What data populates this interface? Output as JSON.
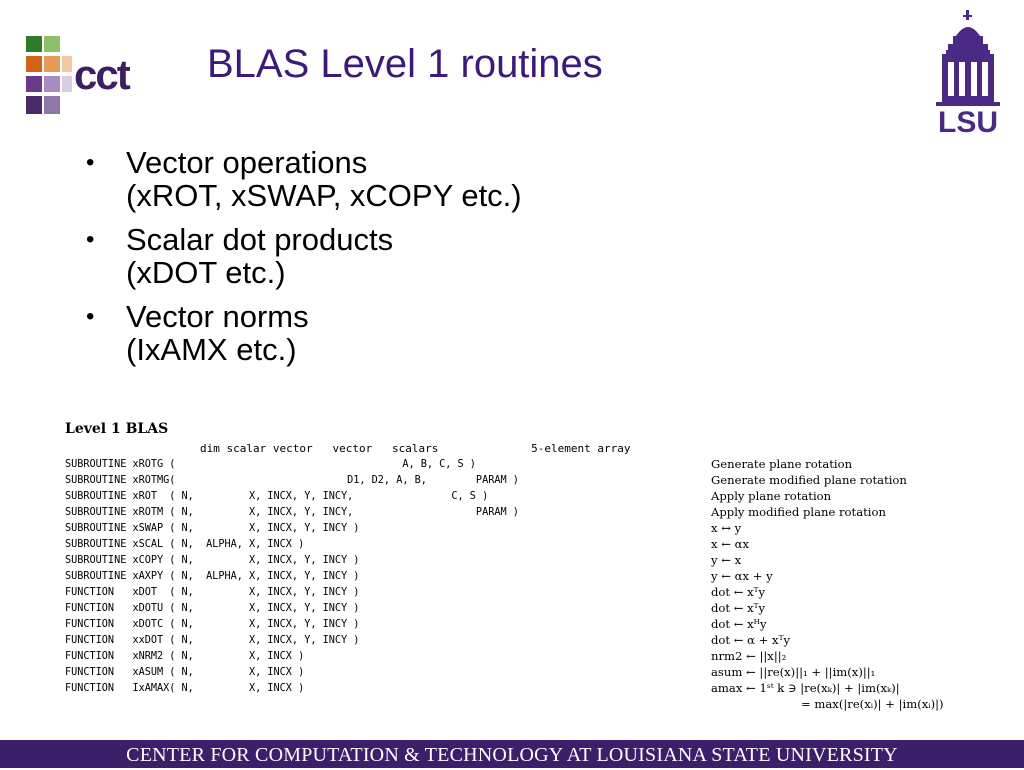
{
  "slide": {
    "title": "BLAS Level 1 routines",
    "bullets": [
      {
        "lines": [
          "Vector operations",
          "(xROT, xSWAP, xCOPY etc.)"
        ]
      },
      {
        "lines": [
          "Scalar dot products",
          "(xDOT etc.)"
        ]
      },
      {
        "lines": [
          "Vector norms",
          "(IxAMX etc.)"
        ]
      }
    ],
    "bullet_glyph": "•"
  },
  "logos": {
    "cct_text": "cct",
    "lsu_text": "LSU"
  },
  "blas_table": {
    "title": "Level 1 BLAS",
    "header": "dim scalar vector   vector   scalars              5-element array",
    "rows": [
      "SUBROUTINE xROTG (                                     A, B, C, S )",
      "SUBROUTINE xROTMG(                            D1, D2, A, B,        PARAM )",
      "SUBROUTINE xROT  ( N,         X, INCX, Y, INCY,                C, S )",
      "SUBROUTINE xROTM ( N,         X, INCX, Y, INCY,                    PARAM )",
      "SUBROUTINE xSWAP ( N,         X, INCX, Y, INCY )",
      "SUBROUTINE xSCAL ( N,  ALPHA, X, INCX )",
      "SUBROUTINE xCOPY ( N,         X, INCX, Y, INCY )",
      "SUBROUTINE xAXPY ( N,  ALPHA, X, INCX, Y, INCY )",
      "FUNCTION   xDOT  ( N,         X, INCX, Y, INCY )",
      "FUNCTION   xDOTU ( N,         X, INCX, Y, INCY )",
      "FUNCTION   xDOTC ( N,         X, INCX, Y, INCY )",
      "FUNCTION   xxDOT ( N,         X, INCX, Y, INCY )",
      "FUNCTION   xNRM2 ( N,         X, INCX )",
      "FUNCTION   xASUM ( N,         X, INCX )",
      "FUNCTION   IxAMAX( N,         X, INCX )"
    ],
    "descriptions": [
      "Generate plane rotation",
      "Generate modified plane rotation",
      "Apply plane rotation",
      "Apply modified plane rotation",
      "x ↔ y",
      "x ← αx",
      "y ← x",
      "y ← αx + y",
      "dot ← xᵀy",
      "dot ← xᵀy",
      "dot ← xᴴy",
      "dot ← α + xᵀy",
      "nrm2 ← ||x||₂",
      "asum ← ||re(x)||₁ + ||im(x)||₁",
      "amax ← 1ˢᵗ k ∋ |re(xₖ)| + |im(xₖ)|",
      "= max(|re(xᵢ)| + |im(xᵢ)|)"
    ]
  },
  "footer": {
    "text": "CENTER FOR COMPUTATION & TECHNOLOGY AT LOUISIANA STATE UNIVERSITY"
  },
  "colors": {
    "title": "#3c1a7a",
    "footer_bg": "#3b1f6b",
    "cct_purple": "#3c1f63",
    "lsu_purple": "#4b2a85",
    "grid_green": "#3a7a2a",
    "grid_orange": "#d26a1a",
    "grid_purple": "#5a2a7a"
  }
}
